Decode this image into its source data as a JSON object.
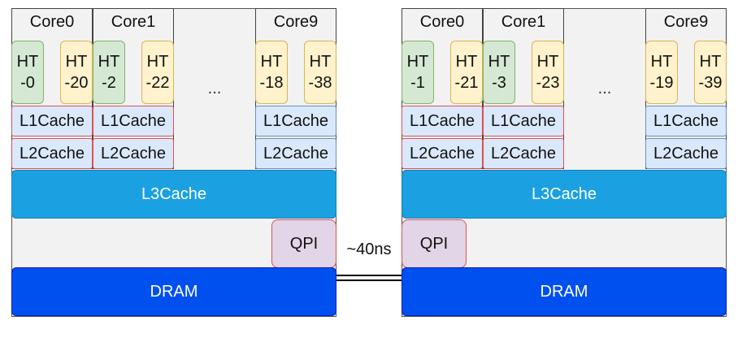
{
  "sockets": [
    {
      "cores": [
        {
          "label": "Core0",
          "ht": [
            {
              "name": "HT",
              "id": "-0",
              "color": "green"
            },
            {
              "name": "HT",
              "id": "-20",
              "color": "yellow"
            }
          ],
          "l1": "L1Cache",
          "l2": "L2Cache",
          "cache_border": "red"
        },
        {
          "label": "Core1",
          "ht": [
            {
              "name": "HT",
              "id": "-2",
              "color": "green"
            },
            {
              "name": "HT",
              "id": "-22",
              "color": "yellow"
            }
          ],
          "l1": "L1Cache",
          "l2": "L2Cache",
          "cache_border": "red"
        },
        {
          "label": "Core9",
          "ht": [
            {
              "name": "HT",
              "id": "-18",
              "color": "yellow"
            },
            {
              "name": "HT",
              "id": "-38",
              "color": "yellow"
            }
          ],
          "l1": "L1Cache",
          "l2": "L2Cache",
          "cache_border": "blue"
        }
      ],
      "ellipsis": "...",
      "l3": "L3Cache",
      "qpi": "QPI",
      "dram": "DRAM"
    },
    {
      "cores": [
        {
          "label": "Core0",
          "ht": [
            {
              "name": "HT",
              "id": "-1",
              "color": "green"
            },
            {
              "name": "HT",
              "id": "-21",
              "color": "yellow"
            }
          ],
          "l1": "L1Cache",
          "l2": "L2Cache",
          "cache_border": "red"
        },
        {
          "label": "Core1",
          "ht": [
            {
              "name": "HT",
              "id": "-3",
              "color": "green"
            },
            {
              "name": "HT",
              "id": "-23",
              "color": "yellow"
            }
          ],
          "l1": "L1Cache",
          "l2": "L2Cache",
          "cache_border": "red"
        },
        {
          "label": "Core9",
          "ht": [
            {
              "name": "HT",
              "id": "-19",
              "color": "yellow"
            },
            {
              "name": "HT",
              "id": "-39",
              "color": "yellow"
            }
          ],
          "l1": "L1Cache",
          "l2": "L2Cache",
          "cache_border": "blue"
        }
      ],
      "ellipsis": "...",
      "l3": "L3Cache",
      "qpi": "QPI",
      "dram": "DRAM"
    }
  ],
  "interconnect_label": "~40ns",
  "colors": {
    "ht_green": "#d5e8d4",
    "ht_yellow": "#fff2cc",
    "cache_fill": "#dae8fc",
    "l3": "#1ba1e2",
    "qpi": "#e1d5e7",
    "dram": "#0050ef"
  }
}
